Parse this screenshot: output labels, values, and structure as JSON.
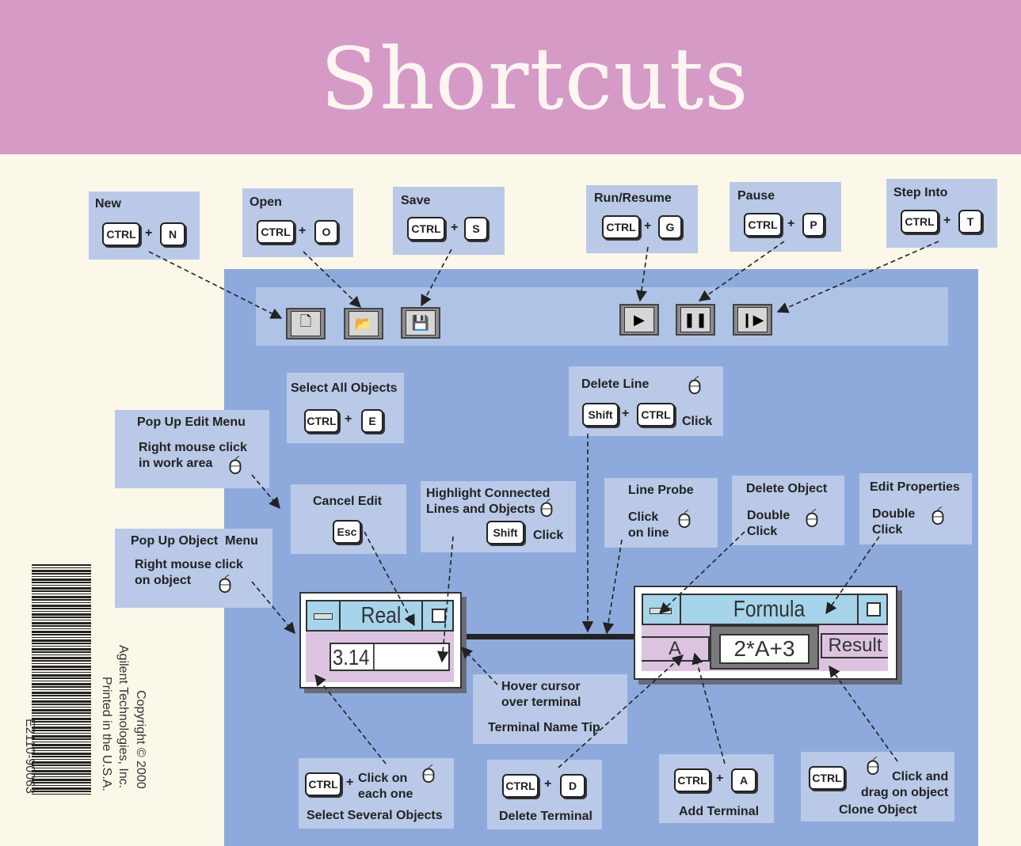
{
  "title": "Shortcuts",
  "toolbar_shortcuts": [
    {
      "label": "New",
      "mod": "CTRL",
      "key": "N"
    },
    {
      "label": "Open",
      "mod": "CTRL",
      "key": "O"
    },
    {
      "label": "Save",
      "mod": "CTRL",
      "key": "S"
    },
    {
      "label": "Run/Resume",
      "mod": "CTRL",
      "key": "G"
    },
    {
      "label": "Pause",
      "mod": "CTRL",
      "key": "P"
    },
    {
      "label": "Step Into",
      "mod": "CTRL",
      "key": "T"
    }
  ],
  "plus": "+",
  "select_all": {
    "label": "Select All Objects",
    "mod": "CTRL",
    "key": "E"
  },
  "delete_line": {
    "label": "Delete Line",
    "key1": "Shift",
    "key2": "CTRL",
    "action": "Click"
  },
  "popup_edit": {
    "label": "Pop Up Edit Menu",
    "desc": "Right mouse click\nin work area"
  },
  "popup_object": {
    "label": "Pop Up Object  Menu",
    "desc": "Right mouse click\non object"
  },
  "cancel_edit": {
    "label": "Cancel Edit",
    "key": "Esc"
  },
  "highlight": {
    "label": "Highlight Connected\nLines and Objects",
    "key": "Shift",
    "action": "Click"
  },
  "line_probe": {
    "label": "Line Probe",
    "desc": "Click\non line"
  },
  "delete_object": {
    "label": "Delete Object",
    "desc": "Double\nClick"
  },
  "edit_properties": {
    "label": "Edit Properties",
    "desc": "Double\nClick"
  },
  "real_object": {
    "title": "Real",
    "value": "3.14"
  },
  "formula_object": {
    "title": "Formula",
    "input": "A",
    "expression": "2*A+3",
    "output": "Result"
  },
  "terminal_tip": {
    "desc": "Hover cursor\nover terminal",
    "label": "Terminal Name Tip"
  },
  "select_several": {
    "mod": "CTRL",
    "desc": "Click on\neach one",
    "label": "Select Several Objects"
  },
  "delete_terminal": {
    "mod": "CTRL",
    "key": "D",
    "label": "Delete Terminal"
  },
  "add_terminal": {
    "mod": "CTRL",
    "key": "A",
    "label": "Add Terminal"
  },
  "clone_object": {
    "mod": "CTRL",
    "desc": "Click and\ndrag on object",
    "label": "Clone Object"
  },
  "imprint": {
    "line1": "Copyright © 2000",
    "line2": "Agilent Technologies, Inc.",
    "line3": "Printed in the U.S.A.",
    "part_number": "E2110-90063"
  }
}
